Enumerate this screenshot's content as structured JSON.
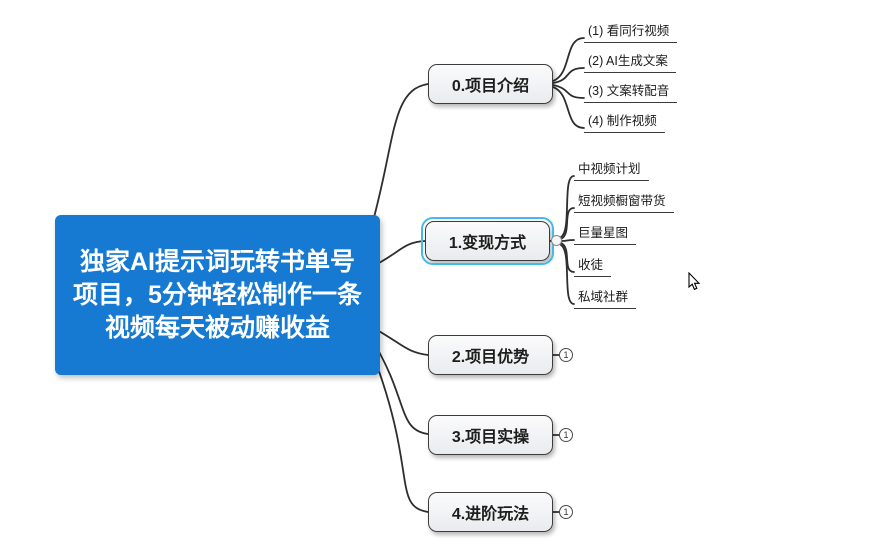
{
  "colors": {
    "root_bg": "#1679d2",
    "root_text": "#ffffff",
    "node_border": "#3c3c3c",
    "selection_outline": "#45b9ea",
    "connector": "#2e2e2e"
  },
  "root": {
    "label": "独家AI提示词玩转书单号项目，5分钟轻松制作一条视频每天被动赚收益"
  },
  "branches": [
    {
      "label": "0.项目介绍",
      "children": [
        "(1) 看同行视频",
        "(2) AI生成文案",
        "(3) 文案转配音",
        "(4) 制作视频"
      ]
    },
    {
      "label": "1.变现方式",
      "selected": true,
      "children": [
        "中视频计划",
        "短视频橱窗带货",
        "巨量星图",
        "收徒",
        "私域社群"
      ]
    },
    {
      "label": "2.项目优势",
      "collapsed_count": "1"
    },
    {
      "label": "3.项目实操",
      "collapsed_count": "1"
    },
    {
      "label": "4.进阶玩法",
      "collapsed_count": "1"
    }
  ]
}
